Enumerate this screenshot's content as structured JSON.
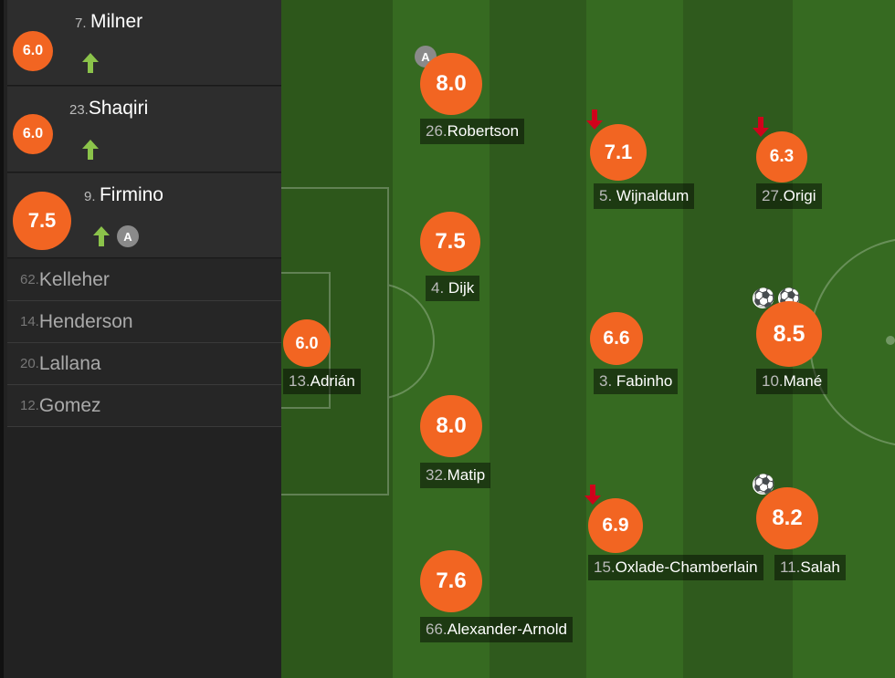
{
  "substitutes": [
    {
      "number": "7.",
      "name": "Milner",
      "rating": "6.0",
      "subbed_in": true,
      "captain": false
    },
    {
      "number": "23.",
      "name": "Shaqiri",
      "rating": "6.0",
      "subbed_in": true,
      "captain": false
    },
    {
      "number": "9.",
      "name": "Firmino",
      "rating": "7.5",
      "subbed_in": true,
      "captain": true
    }
  ],
  "bench": [
    {
      "number": "62.",
      "name": "Kelleher"
    },
    {
      "number": "14.",
      "name": "Henderson"
    },
    {
      "number": "20.",
      "name": "Lallana"
    },
    {
      "number": "12.",
      "name": "Gomez"
    }
  ],
  "captain_badge": "A",
  "goal_icon": "⚽",
  "lineup": {
    "robertson": {
      "number": "26.",
      "name": "Robertson",
      "rating": "8.0",
      "captain": true
    },
    "dijk": {
      "number": "4.",
      "name": "Dijk",
      "rating": "7.5"
    },
    "matip": {
      "number": "32.",
      "name": "Matip",
      "rating": "8.0"
    },
    "alexander_arnold": {
      "number": "66.",
      "name": "Alexander-Arnold",
      "rating": "7.6"
    },
    "adrian": {
      "number": "13.",
      "name": "Adrián",
      "rating": "6.0"
    },
    "wijnaldum": {
      "number": "5.",
      "name": "Wijnaldum",
      "rating": "7.1",
      "subbed_off": true
    },
    "fabinho": {
      "number": "3.",
      "name": "Fabinho",
      "rating": "6.6"
    },
    "oxlade": {
      "number": "15.",
      "name": "Oxlade-Chamberlain",
      "rating": "6.9",
      "subbed_off": true
    },
    "origi": {
      "number": "27.",
      "name": "Origi",
      "rating": "6.3",
      "subbed_off": true
    },
    "mane": {
      "number": "10.",
      "name": "Mané",
      "rating": "8.5",
      "goals": 2
    },
    "salah": {
      "number": "11.",
      "name": "Salah",
      "rating": "8.2",
      "goals": 1
    }
  },
  "colors": {
    "rating_bg": "#f26522",
    "pitch_dark": "#2f5a1d",
    "pitch_light": "#366a21",
    "sub_in_arrow": "#8bc34a",
    "sub_out_arrow": "#d0021b"
  }
}
